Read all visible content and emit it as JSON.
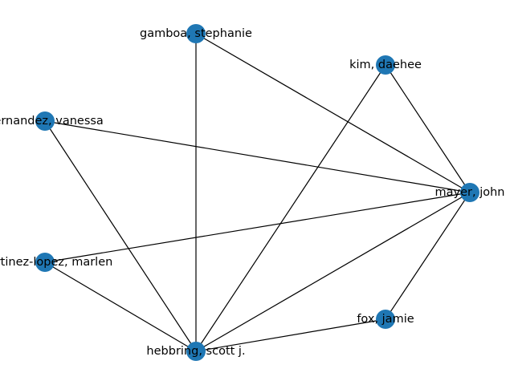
{
  "graph": {
    "node_color": "#1f77b4",
    "edge_color": "#000000",
    "nodes": [
      {
        "id": "gamboa",
        "label": "gamboa, stephanie"
      },
      {
        "id": "kim",
        "label": "kim, daehee"
      },
      {
        "id": "hernandez",
        "label": "hernandez, vanessa"
      },
      {
        "id": "mayer",
        "label": "mayer, john"
      },
      {
        "id": "martinez",
        "label": "martinez-lopez, marlen"
      },
      {
        "id": "fox",
        "label": "fox, jamie"
      },
      {
        "id": "hebbring",
        "label": "hebbring, scott j."
      }
    ],
    "edges": [
      [
        "gamboa",
        "mayer"
      ],
      [
        "gamboa",
        "hebbring"
      ],
      [
        "kim",
        "mayer"
      ],
      [
        "kim",
        "hebbring"
      ],
      [
        "hernandez",
        "mayer"
      ],
      [
        "hernandez",
        "hebbring"
      ],
      [
        "mayer",
        "martinez"
      ],
      [
        "mayer",
        "fox"
      ],
      [
        "mayer",
        "hebbring"
      ],
      [
        "martinez",
        "hebbring"
      ],
      [
        "fox",
        "hebbring"
      ]
    ]
  }
}
